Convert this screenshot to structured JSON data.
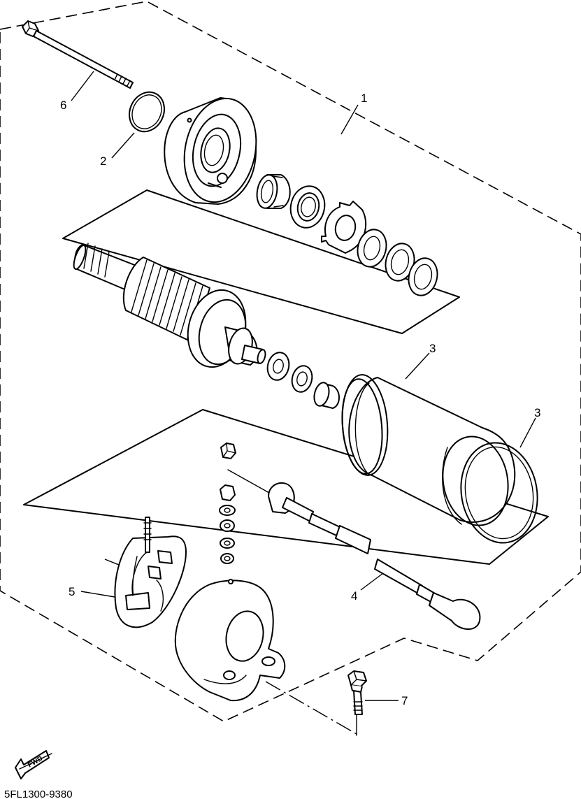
{
  "callouts": {
    "c1": "1",
    "c2": "2",
    "c3a": "3",
    "c3b": "3",
    "c4": "4",
    "c5": "5",
    "c6": "6",
    "c7": "7"
  },
  "fwd_label": "FWD",
  "diagram_code": "5FL1300-9380"
}
